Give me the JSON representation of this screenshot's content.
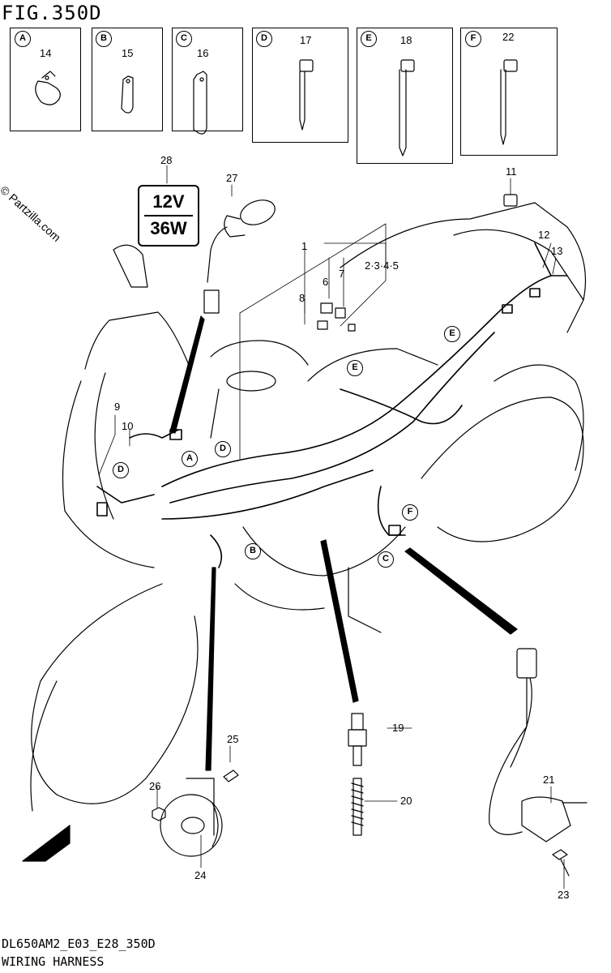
{
  "header": {
    "figure_code": "FIG.350D"
  },
  "watermark": "© Partzilla.com",
  "badge": {
    "voltage": "12V",
    "wattage": "36W"
  },
  "detail_boxes": [
    {
      "letter": "A",
      "part": "14"
    },
    {
      "letter": "B",
      "part": "15"
    },
    {
      "letter": "C",
      "part": "16"
    },
    {
      "letter": "D",
      "part": "17"
    },
    {
      "letter": "E",
      "part": "18"
    },
    {
      "letter": "F",
      "part": "22"
    }
  ],
  "callouts": {
    "p1": "1",
    "p2345": "2·3·4·5",
    "p6": "6",
    "p7": "7",
    "p8": "8",
    "p9": "9",
    "p10": "10",
    "p11": "11",
    "p12": "12",
    "p13": "13",
    "p19": "19",
    "p20": "20",
    "p21": "21",
    "p23": "23",
    "p24": "24",
    "p25": "25",
    "p26": "26",
    "p27": "27",
    "p28": "28"
  },
  "location_markers": {
    "A": "A",
    "B": "B",
    "C": "C",
    "D1": "D",
    "D2": "D",
    "E1": "E",
    "E2": "E",
    "F": "F"
  },
  "fwd_label": "FWD",
  "footer": {
    "model_code": "DL650AM2_E03_E28_350D",
    "section_title": "WIRING HARNESS"
  }
}
